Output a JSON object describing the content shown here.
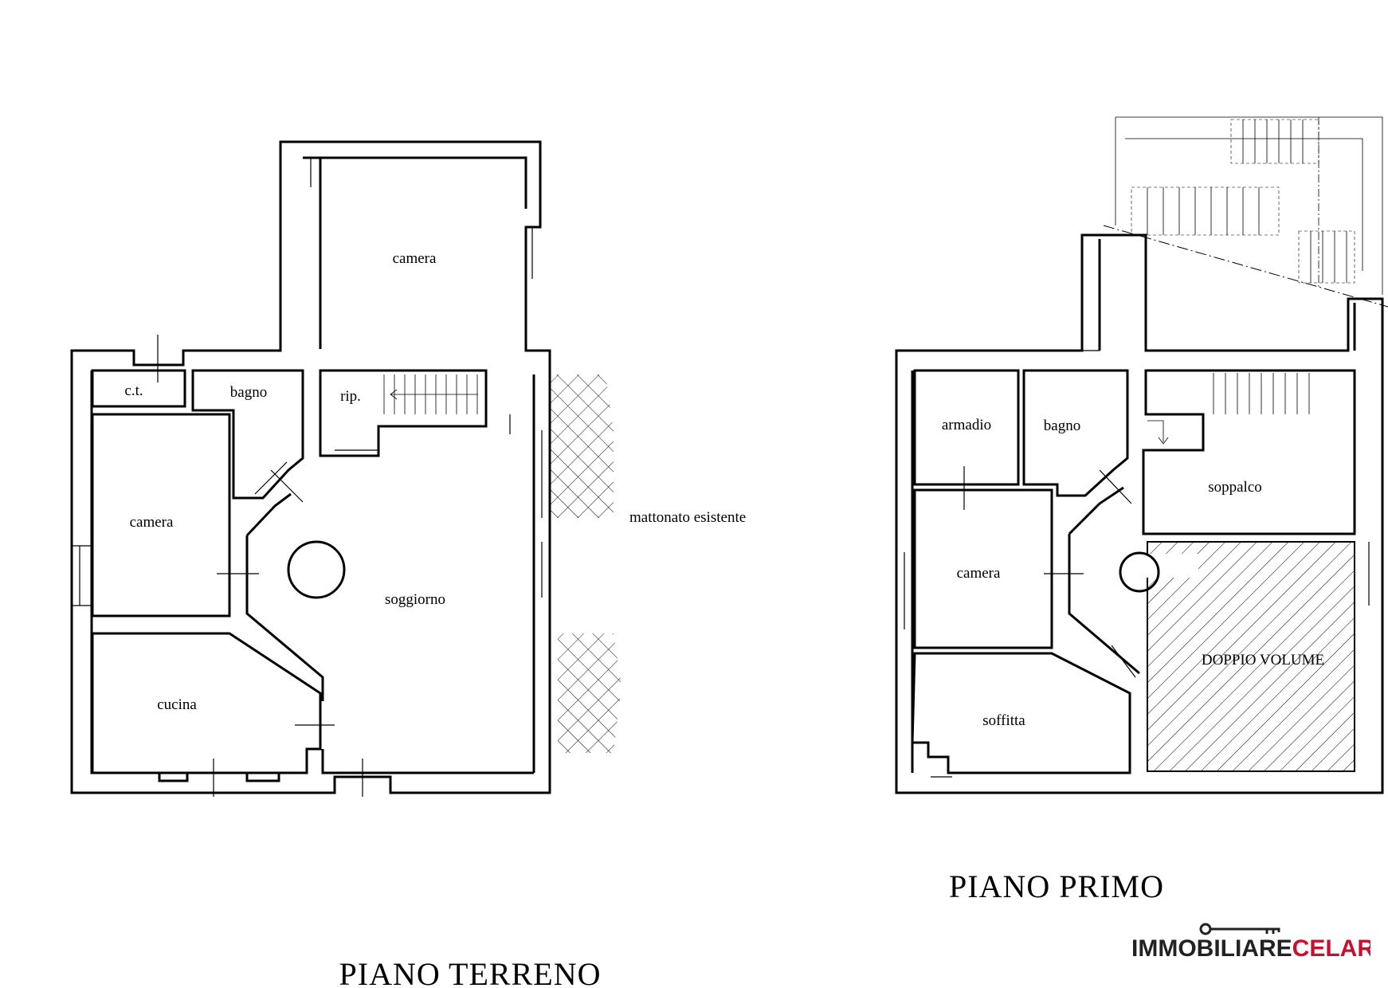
{
  "titles": {
    "ground_floor": "PIANO TERRENO",
    "first_floor": "PIANO PRIMO"
  },
  "ground_floor_rooms": {
    "camera_top": "camera",
    "ct": "c.t.",
    "bagno": "bagno",
    "rip": "rip.",
    "camera_left": "camera",
    "soggiorno": "soggiorno",
    "cucina": "cucina",
    "mattonato": "mattonato esistente"
  },
  "first_floor_rooms": {
    "armadio": "armadio",
    "bagno": "bagno",
    "soppalco": "soppalco",
    "camera": "camera",
    "doppio_volume": "DOPPIO VOLUME",
    "soffitta": "soffitta"
  },
  "logo": {
    "part1": "IMMOBILIARE",
    "part2": "CELARDO",
    "mark": "®",
    "color_dark": "#222222",
    "color_accent": "#c8102e"
  }
}
